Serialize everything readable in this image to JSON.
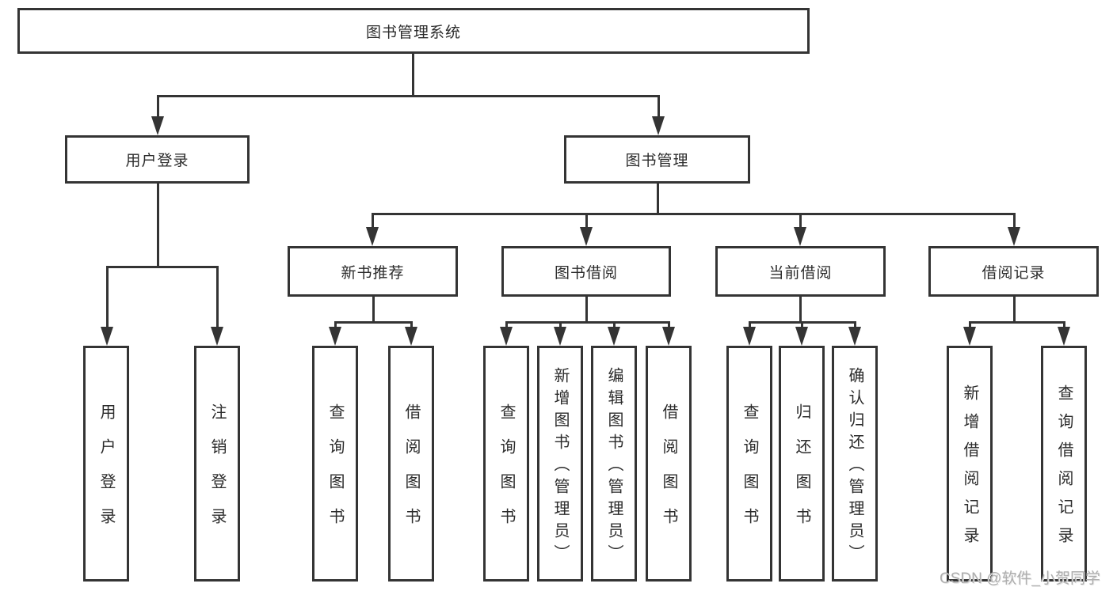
{
  "tree": {
    "label": "图书管理系统",
    "children": [
      {
        "label": "用户登录",
        "children": [
          {
            "label": "用户登录"
          },
          {
            "label": "注销登录"
          }
        ]
      },
      {
        "label": "图书管理",
        "children": [
          {
            "label": "新书推荐",
            "children": [
              {
                "label": "查询图书"
              },
              {
                "label": "借阅图书"
              }
            ]
          },
          {
            "label": "图书借阅",
            "children": [
              {
                "label": "查询图书"
              },
              {
                "label": "新增图书（管理员）"
              },
              {
                "label": "编辑图书（管理员）"
              },
              {
                "label": "借阅图书"
              }
            ]
          },
          {
            "label": "当前借阅",
            "children": [
              {
                "label": "查询图书"
              },
              {
                "label": "归还图书"
              },
              {
                "label": "确认归还（管理员）"
              }
            ]
          },
          {
            "label": "借阅记录",
            "children": [
              {
                "label": "新增借阅记录"
              },
              {
                "label": "查询借阅记录"
              }
            ]
          }
        ]
      }
    ]
  },
  "watermark": "CSDN @软件_小贺同学",
  "colors": {
    "line": "#343434",
    "box_border": "#343434",
    "text": "#2b2b2b",
    "watermark": "#aeaeae",
    "background": "#ffffff"
  }
}
